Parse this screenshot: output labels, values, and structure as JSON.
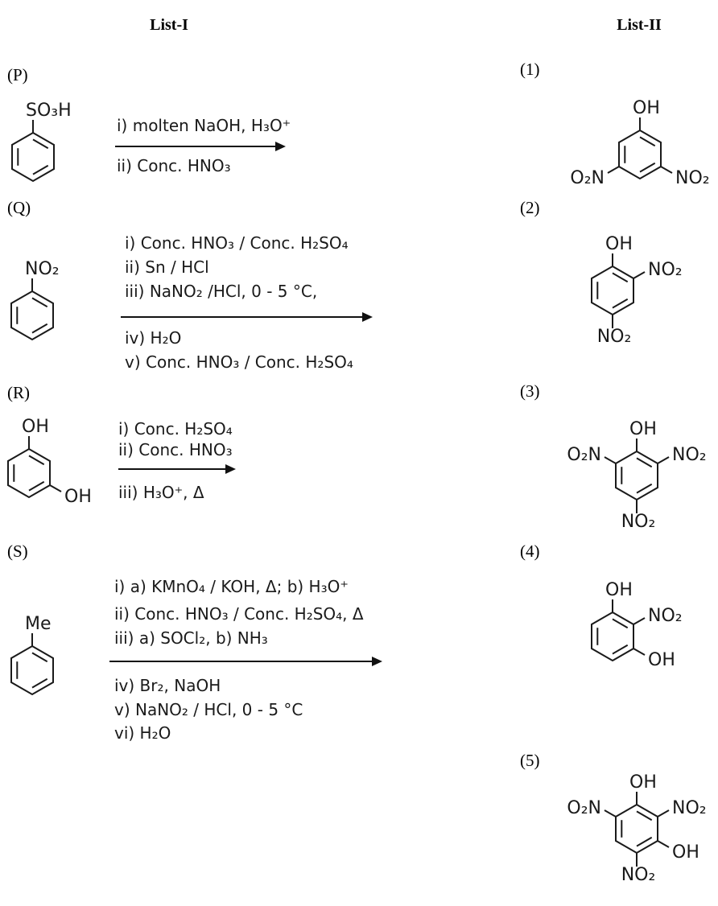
{
  "headers": {
    "list_i": "List-I",
    "list_ii": "List-II"
  },
  "list_i": [
    {
      "label": "(P)",
      "structure": {
        "top": "SO₃H"
      },
      "above": [
        "i) molten NaOH, H₃O⁺"
      ],
      "below": [
        "ii) Conc. HNO₃"
      ]
    },
    {
      "label": "(Q)",
      "structure": {
        "top": "NO₂"
      },
      "above": [
        "i) Conc. HNO₃ / Conc. H₂SO₄",
        "ii) Sn / HCl",
        "iii) NaNO₂ /HCl, 0 - 5 °C,"
      ],
      "below": [
        "iv) H₂O",
        "v) Conc. HNO₃ / Conc. H₂SO₄"
      ]
    },
    {
      "label": "(R)",
      "structure": {
        "top": "OH",
        "lower_right": "OH"
      },
      "above": [
        "i) Conc. H₂SO₄",
        "ii) Conc. HNO₃"
      ],
      "below": [
        "iii) H₃O⁺, Δ"
      ]
    },
    {
      "label": "(S)",
      "structure": {
        "top": "Me"
      },
      "above": [
        "i) a) KMnO₄ / KOH, Δ; b) H₃O⁺",
        "ii) Conc. HNO₃ / Conc. H₂SO₄, Δ",
        "iii) a) SOCl₂, b) NH₃"
      ],
      "below": [
        "iv) Br₂, NaOH",
        "v) NaNO₂ / HCl, 0 - 5 °C",
        "vi) H₂O"
      ]
    }
  ],
  "list_ii": [
    {
      "label": "(1)",
      "structure": {
        "top": "OH",
        "lower_left": "O₂N",
        "lower_right": "NO₂"
      }
    },
    {
      "label": "(2)",
      "structure": {
        "top": "OH",
        "upper_right": "NO₂",
        "bottom": "NO₂"
      }
    },
    {
      "label": "(3)",
      "structure": {
        "top": "OH",
        "upper_left": "O₂N",
        "upper_right": "NO₂",
        "bottom": "NO₂"
      }
    },
    {
      "label": "(4)",
      "structure": {
        "top": "OH",
        "upper_right": "NO₂",
        "lower_right": "OH"
      }
    },
    {
      "label": "(5)",
      "structure": {
        "top": "OH",
        "upper_left": "O₂N",
        "upper_right": "NO₂",
        "lower_right": "OH",
        "bottom": "NO₂"
      }
    }
  ]
}
